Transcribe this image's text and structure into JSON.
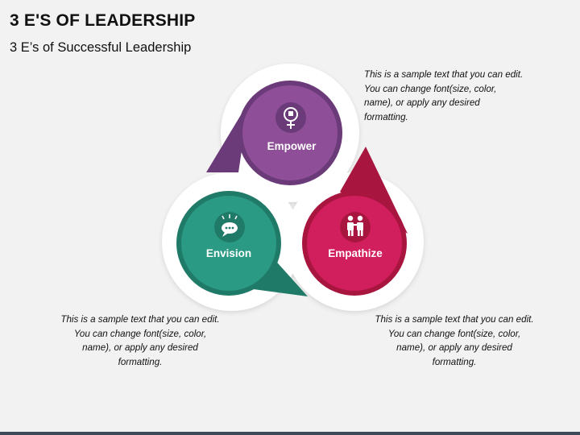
{
  "header": {
    "title": "3 E'S OF LEADERSHIP",
    "subtitle": "3 E’s of Successful Leadership"
  },
  "nodes": [
    {
      "id": "empower",
      "label": "Empower",
      "icon": "female-fist-icon",
      "color": "#8e4f98",
      "tail_color": "#6b3a78"
    },
    {
      "id": "envision",
      "label": "Envision",
      "icon": "speech-bubble-icon",
      "color": "#2a9a84",
      "tail_color": "#1f7a68"
    },
    {
      "id": "empathize",
      "label": "Empathize",
      "icon": "people-embrace-icon",
      "color": "#d11e5c",
      "tail_color": "#a8163f"
    }
  ],
  "texts": {
    "top": "This is a sample text that you can edit. You can change font(size, color, name), or apply any desired formatting.",
    "left": "This is a sample text that you can edit. You can change font(size, color, name), or apply any desired formatting.",
    "right": "This is a sample text that you can edit. You can change font(size, color, name), or apply any desired formatting."
  }
}
